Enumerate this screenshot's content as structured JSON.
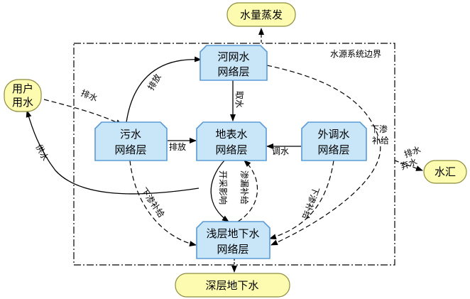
{
  "boundary_label": "水源系统边界",
  "nodes": {
    "evaporation": "水量蒸发",
    "user": {
      "line1": "用户",
      "line2": "用水"
    },
    "river_net": {
      "line1": "河网水",
      "line2": "网络层"
    },
    "sewage": {
      "line1": "污水",
      "line2": "网络层"
    },
    "surface": {
      "line1": "地表水",
      "line2": "网络层"
    },
    "transfer": {
      "line1": "外调水",
      "line2": "网络层"
    },
    "shallow_gw": {
      "line1": "浅层地下水",
      "line2": "网络层"
    },
    "deep_gw": "深层地下水",
    "sink": "水汇"
  },
  "edges": {
    "discharge_user": "排水",
    "discharge_sewage_river": "排放",
    "discharge_sewage_surface": "排放",
    "river_to_surface": "取水",
    "transfer_to_surface": "调水",
    "supply_user": "供水",
    "seepage_sewage": "下渗补给",
    "extraction": "开采影响",
    "surface_seep": "渗漏补给",
    "transfer_seep": "下渗补给",
    "river_seep_line1": "下渗",
    "river_seep_line2": "补给",
    "drain_line1": "排水",
    "drain_line2": "弃水"
  },
  "colors": {
    "process_fill": "#c8e6f8",
    "process_stroke": "#5b9bd5",
    "external_fill": "#fdfbb0",
    "external_stroke": "#8c8c3c",
    "line": "#000000"
  }
}
